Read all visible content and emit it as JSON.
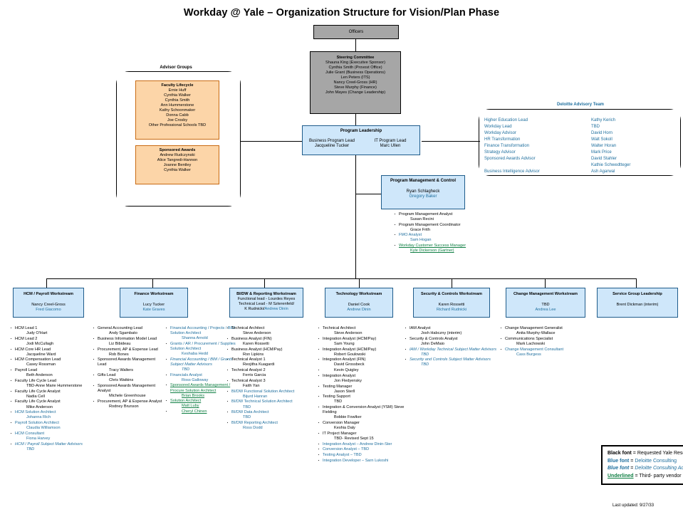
{
  "title": "Workday @ Yale – Organization Structure for Vision/Plan Phase",
  "officers": {
    "label": "Officers"
  },
  "steering": {
    "title": "Steering Committee",
    "members": [
      "Shauna King (Executive Sponsor)",
      "Cynthia Smith (Provost Office)",
      "Julie Grant (Business Operations)",
      "Len Peters (ITS)",
      "Nancy Creel-Gross (HR)",
      "Steve Murphy (Finance)",
      "John Mayes (Change Leadership)"
    ]
  },
  "advisor_groups": {
    "label": "Advisor Groups",
    "faculty_lifecycle": {
      "title": "Faculty Lifecycle",
      "members": [
        "Ernie Huff",
        "Cynthia Walker",
        "Cynthia Smith",
        "Ann Hummerstone",
        "Kathy Schoonmaker",
        "Donna Cabb",
        "Joe Crosby",
        "Other Professional Schools TBD"
      ]
    },
    "sponsored_awards": {
      "title": "Sponsored Awards",
      "members": [
        "Andrew Rudczynski",
        "Alice Tangredi-Hannon",
        "Joanne Bentley",
        "Cynthia Walker"
      ]
    }
  },
  "deloitte": {
    "title": "Deloitte Advisory Team",
    "rows": [
      {
        "role": "Higher Education Lead",
        "name": "Kathy Kerich"
      },
      {
        "role": "Workday Lead",
        "name": "TBD"
      },
      {
        "role": "Workday Advisor",
        "name": "David Horn"
      },
      {
        "role": "HR Transformation",
        "name": "Walt Sokoll"
      },
      {
        "role": "Finance Transformation",
        "name": "Walter Horan"
      },
      {
        "role": "Strategy Advisor",
        "name": "Mark Price"
      },
      {
        "role": "Sponsored Awards Advisor",
        "name": "David Stahler"
      },
      {
        "role": "",
        "name": "Kathie Schwedtteger"
      },
      {
        "role": "Business Intelligence Advisor",
        "name": "Ash Agarwal"
      }
    ]
  },
  "program_leadership": {
    "title": "Program Leadership",
    "left_role": "Business Program Lead",
    "left_name": "Jacqueline Tucker",
    "right_role": "IT Program Lead",
    "right_name": "Marc Ullen"
  },
  "pmo": {
    "title": "Program Management & Control",
    "name_black": "Ryan Schlagheck",
    "name_blue": "Gregory Baker",
    "items": [
      {
        "role": "Program Management Analyst",
        "name": "Susan Recini",
        "style": "black"
      },
      {
        "role": "Program Management Coordinator",
        "name": "Grace Frith",
        "style": "black"
      },
      {
        "role": "FMO Analyst",
        "name": "Sam Hogan",
        "style": "blue"
      },
      {
        "role": "Workday Customer Success Manager",
        "name": "Kyle Dickerson (Gartner)",
        "style": "green"
      }
    ]
  },
  "workstreams": [
    {
      "id": "hcm-payroll",
      "title": "HCM / Payroll Workstream",
      "lead_black": "Nancy Creel-Gross",
      "lead_blue": "Fred Giacomo",
      "columns": [
        {
          "items": [
            {
              "role": "HCM Lead 1",
              "name": "Judy O'Hart",
              "style": "black"
            },
            {
              "role": "HCM Lead 2",
              "name": "Jodi McCullagh",
              "style": "black"
            },
            {
              "role": "HCM Core HR Lead",
              "name": "Jacqueline Ward",
              "style": "black"
            },
            {
              "role": "HCM Compensation Lead",
              "name": "Casey Rossman",
              "style": "black"
            },
            {
              "role": "Payroll Lead",
              "name": "Beth Anderson",
              "style": "black"
            },
            {
              "role": "Faculty Life Cycle Lead",
              "name": "TBD-Anne Marie Hummerstone",
              "style": "black"
            },
            {
              "role": "Faculty Life Cycle Analyst",
              "name": "Nadia Cell",
              "style": "black"
            },
            {
              "role": "Faculty Life Cycle Analyst",
              "name": "Mike Anderson",
              "style": "black"
            },
            {
              "role": "HCM Solution Architect",
              "name": "Johanna Rich",
              "style": "blue"
            },
            {
              "role": "Payroll Solution Architect",
              "name": "Claudia Williamson",
              "style": "blue"
            },
            {
              "role": "HCM Consultant",
              "name": "Fiona Harvey",
              "style": "blue"
            },
            {
              "role": "HCM / Payroll Subject Matter Advisors",
              "name": "TBD",
              "style": "blue-ital"
            }
          ]
        }
      ]
    },
    {
      "id": "finance",
      "title": "Finance Workstream",
      "lead_black": "Lucy Tucker",
      "lead_blue": "Kate Graves",
      "columns": [
        {
          "items": [
            {
              "role": "General Accounting Lead",
              "name": "Andy Sgambato",
              "style": "black"
            },
            {
              "role": "Business Information Model Lead",
              "name": "Liz Bibideau",
              "style": "black"
            },
            {
              "role": "Procurement, AP & Expense Lead",
              "name": "Rob Bones",
              "style": "black"
            },
            {
              "role": "Sponsored Awards Management Lead",
              "name": "Tracy Walters",
              "style": "black"
            },
            {
              "role": "Gifts Lead",
              "name": "Chris Watkins",
              "style": "black"
            },
            {
              "role": "Sponsored Awards Management Analyst",
              "name": "Michele Greenhouse",
              "style": "black"
            },
            {
              "role": "Procurement, AP & Expense Analyst",
              "name": "Rodney Brunson",
              "style": "black"
            }
          ]
        },
        {
          "items": [
            {
              "role": "Financial Accounting / Projects / BIM Solution Architect",
              "name": "Shanna Arnold",
              "style": "blue"
            },
            {
              "role": "Grants / AR / Procurement / Supplies Solution Architect",
              "name": "Keshaba Hedd",
              "style": "blue"
            },
            {
              "role": "Financial Accounting / BIM / Grants Subject Matter Advisors",
              "name": "TBD",
              "style": "blue-ital"
            },
            {
              "role": "Financials Analyst",
              "name": "Ross Galloway",
              "style": "blue"
            },
            {
              "role": "Sponsored Awards Management / Procure Solution Architect",
              "name": "Brian Brooks",
              "style": "green"
            },
            {
              "role": "Solution Architect",
              "name": "Matt Luby",
              "style": "green"
            },
            {
              "role": "",
              "name": "Cheryl Chinen",
              "style": "green"
            }
          ]
        }
      ]
    },
    {
      "id": "bidw-reporting",
      "title": "BI/DW & Reporting Workstream",
      "sub1": "Functional lead - Lourdes Reyes",
      "sub2": "Technical Lead - M Szterenfeld/",
      "sub3_black": "K  Rudnicki/",
      "sub3_blue": "Andrew Dinin",
      "columns": [
        {
          "items": [
            {
              "role": "Technical Architect",
              "name": "Steve Anderson",
              "style": "black"
            },
            {
              "role": "Business Analyst (FIN)",
              "name": "Karen Rossetti",
              "style": "black"
            },
            {
              "role": "Business Analyst (HCM/Pay)",
              "name": "Ron Lipkins",
              "style": "black"
            },
            {
              "role": "Technical Analyst 1",
              "name": "Reojitha Kuagardi",
              "style": "black"
            },
            {
              "role": "Technical Analyst 2",
              "name": "Ferris Garcia",
              "style": "black"
            },
            {
              "role": "Technical Analyst 3",
              "name": "Faith Yan",
              "style": "black"
            },
            {
              "role": "BI/DW Functional Solution Architect",
              "name": "Bijurd Hanran",
              "style": "blue"
            },
            {
              "role": "BI/DW Technical Solution Architect",
              "name": "TBD",
              "style": "blue"
            },
            {
              "role": "BI/DW Data Architect",
              "name": "TBD",
              "style": "blue"
            },
            {
              "role": "BI/DW Reporting Architect",
              "name": "Ross Dodd",
              "style": "blue"
            }
          ]
        }
      ]
    },
    {
      "id": "technology",
      "title": "Technology Workstream",
      "lead_black": "Daniel Cook",
      "lead_blue": "Andrew Dinin",
      "columns": [
        {
          "items": [
            {
              "role": "Technical Architect",
              "name": "Steve Anderson",
              "style": "black"
            },
            {
              "role": "Integration Analyst (HCM/Pay)",
              "name": "Sam Young",
              "style": "black"
            },
            {
              "role": "Integration Analyst (HCM/Pay)",
              "name": "Robert Goulowski",
              "style": "black"
            },
            {
              "role": "Integration Analyst (FIN)",
              "name": "David Grossbeck",
              "style": "black"
            },
            {
              "role": "",
              "name": "Kevin Quigley",
              "style": "black"
            },
            {
              "role": "Integration Analyst",
              "name": "Jon Fledyensky",
              "style": "black"
            },
            {
              "role": "Testing Manager",
              "name": "Jason Sterll",
              "style": "black"
            },
            {
              "role": "Testing Support",
              "name": "TBD",
              "style": "black"
            },
            {
              "role": "Integration & Conversion Analyst (YSM)   Steve Fielding",
              "name": "Bobbie Fowlker",
              "style": "black"
            },
            {
              "role": "Conversion Manager",
              "name": "Keshia Daly",
              "style": "black"
            },
            {
              "role": "IT Project Manager",
              "name": "TBD- Revised Sept 15",
              "style": "black"
            },
            {
              "role": "Integration Analyst – Andrew Dinin-Ster",
              "name": "",
              "style": "blue"
            },
            {
              "role": "Conversion Analyst – TBD",
              "name": "",
              "style": "blue"
            },
            {
              "role": "Testing Analyst – TBD",
              "name": "",
              "style": "blue"
            },
            {
              "role": "Integration Developer – Sarn Lukoshi",
              "name": "",
              "style": "blue"
            }
          ]
        }
      ]
    },
    {
      "id": "security-controls",
      "title": "Security & Controls Workstream",
      "lead_black": "Karen Rossetti",
      "lead_blue": "Richard Rudnicki",
      "columns": [
        {
          "items": [
            {
              "role": "IAM Analyst",
              "name": "Josh Habczny (interim)",
              "style": "black"
            },
            {
              "role": "Security & Controls Analyst",
              "name": "John DeMaio",
              "style": "black"
            },
            {
              "role": "IAM / Workday Technical Subject Matter Advisors",
              "name": "TBD",
              "style": "blue-ital"
            },
            {
              "role": "Security and Controls Subject Matter Advisors",
              "name": "TBD",
              "style": "blue-ital"
            }
          ]
        }
      ]
    },
    {
      "id": "change-management",
      "title": "Change Management Workstream",
      "lead_black": "TBD",
      "lead_blue": "Andrea Lee",
      "columns": [
        {
          "items": [
            {
              "role": "Change Management Generalist",
              "name": "Anita Murphy-Wallace",
              "style": "black"
            },
            {
              "role": "Communications Specialist",
              "name": "Mark Lachowski",
              "style": "black"
            },
            {
              "role": "Change Management Consultant",
              "name": "Cass Burgess",
              "style": "blue"
            }
          ]
        }
      ]
    },
    {
      "id": "service-group",
      "title": "Service Group Leadership",
      "lead_black": "Brent Dickman (interim)",
      "lead_blue": "",
      "columns": [
        {
          "items": []
        }
      ]
    }
  ],
  "legend": {
    "lines": [
      {
        "key": "Black font",
        "sep": " = ",
        "value": "Requested Yale Resources",
        "style": "black"
      },
      {
        "key": "Blue font",
        "sep": " = ",
        "value": "Deloitte Consulting",
        "style": "blue"
      },
      {
        "key": "Blue font",
        "sep": " = ",
        "value": "Deloitte Consulting Advisors",
        "style": "blue-ital"
      },
      {
        "key": "Underlined",
        "sep": " = ",
        "value": "Third- party vendor",
        "style": "green"
      }
    ]
  },
  "footer": {
    "text": "Last updated: 9/27/33"
  }
}
